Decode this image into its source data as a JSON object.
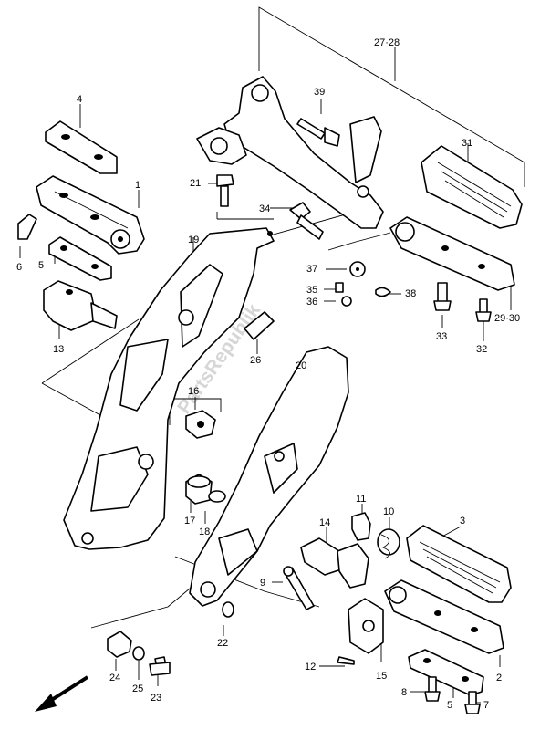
{
  "watermark": "PartsRepublik",
  "callouts": {
    "c1": "1",
    "c2": "2",
    "c3": "3",
    "c4": "4",
    "c5a": "5",
    "c5b": "5",
    "c6": "6",
    "c7": "7",
    "c8": "8",
    "c9": "9",
    "c10": "10",
    "c11": "11",
    "c12": "12",
    "c13": "13",
    "c14": "14",
    "c15": "15",
    "c16": "16",
    "c17": "17",
    "c18": "18",
    "c19": "19",
    "c20": "20",
    "c21": "21",
    "c22": "22",
    "c23": "23",
    "c24": "24",
    "c25": "25",
    "c26": "26",
    "c2728": "27·28",
    "c2930": "29·30",
    "c31": "31",
    "c32": "32",
    "c33": "33",
    "c34": "34",
    "c35": "35",
    "c36": "36",
    "c37": "37",
    "c38": "38",
    "c39": "39"
  }
}
